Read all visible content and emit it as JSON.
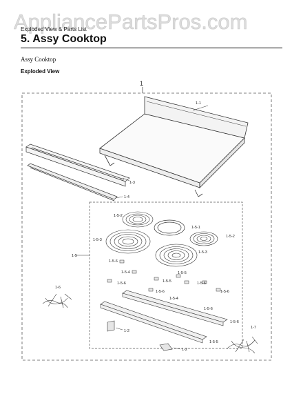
{
  "watermark": {
    "text": "AppliancePartsPros.com"
  },
  "header": {
    "breadcrumb": "Exploded View & Parts List",
    "title": "5.  Assy Cooktop"
  },
  "section": {
    "subtitle": "Assy Cooktop",
    "view_label": "Exploded View"
  },
  "callouts": {
    "main": "1",
    "c1_1": "1-1",
    "c1_2a": "1-2",
    "c1_2b": "1-2",
    "c1_3": "1-3",
    "c1_4": "1-4",
    "c1_5": "1-5",
    "c1_5_1": "1-5-1",
    "c1_5_2a": "1-5-2",
    "c1_5_2b": "1-5-2",
    "c1_5_3a": "1-5-3",
    "c1_5_3b": "1-5-3",
    "c1_5_4a": "1-5-4",
    "c1_5_4b": "1-5-4",
    "c1_5_5a": "1-5-5",
    "c1_5_5b": "1-5-5",
    "c1_5_6a": "1-5-6",
    "c1_5_6b": "1-5-6",
    "c1_5_6c": "1-5-6",
    "c1_5_6d": "1-5-6",
    "c1_5_6e": "1-5-6",
    "c1_5_6f": "1-5-6",
    "c1_5_6g": "1-5-6",
    "c1_6": "1-6",
    "c1_7": "1-7"
  }
}
